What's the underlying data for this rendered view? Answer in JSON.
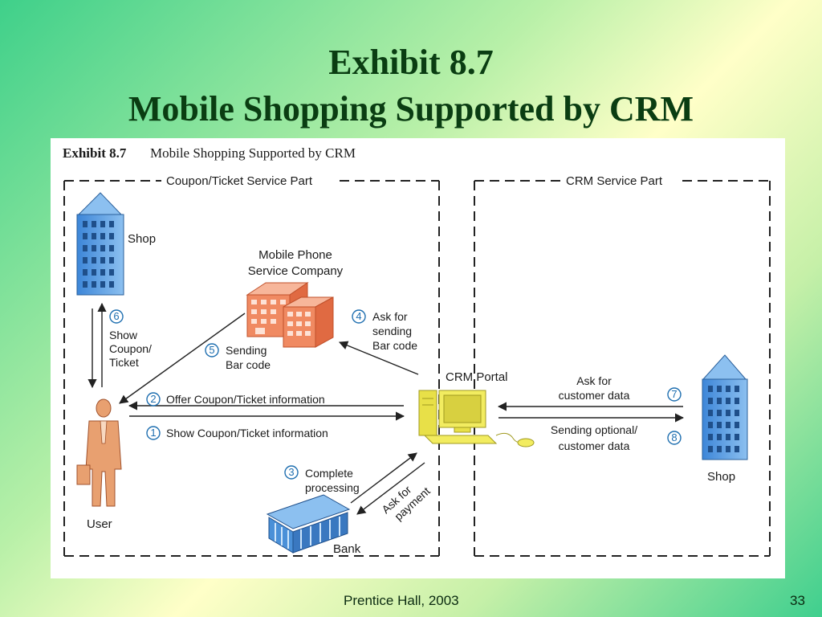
{
  "slide": {
    "title_line1": "Exhibit 8.7",
    "title_line2": "Mobile Shopping Supported by CRM",
    "footer_credit": "Prentice Hall, 2003",
    "footer_page": "33"
  },
  "figure": {
    "caption_bold": "Exhibit 8.7",
    "caption_text": "Mobile Shopping Supported by CRM",
    "left_region_label": "Coupon/Ticket Service Part",
    "right_region_label": "CRM Service Part",
    "nodes": {
      "shop_left": "Shop",
      "mobile_company_line1": "Mobile Phone",
      "mobile_company_line2": "Service Company",
      "crm_portal": "CRM Portal",
      "user": "User",
      "bank": "Bank",
      "shop_right": "Shop"
    },
    "steps": [
      {
        "num": "1",
        "lines": [
          "Show Coupon/Ticket information"
        ]
      },
      {
        "num": "2",
        "lines": [
          "Offer Coupon/Ticket information"
        ]
      },
      {
        "num": "3",
        "lines": [
          "Complete",
          "processing"
        ]
      },
      {
        "num": "4",
        "lines": [
          "Ask for",
          "sending",
          "Bar code"
        ]
      },
      {
        "num": "5",
        "lines": [
          "Sending",
          "Bar code"
        ]
      },
      {
        "num": "6",
        "lines": [
          "Show",
          "Coupon/",
          "Ticket"
        ]
      },
      {
        "num": "7",
        "lines": [
          "Ask for",
          "customer data"
        ]
      },
      {
        "num": "8",
        "lines": [
          "Sending optional/",
          "customer data"
        ]
      }
    ],
    "ask_for_payment_line1": "Ask for",
    "ask_for_payment_line2": "payment"
  }
}
